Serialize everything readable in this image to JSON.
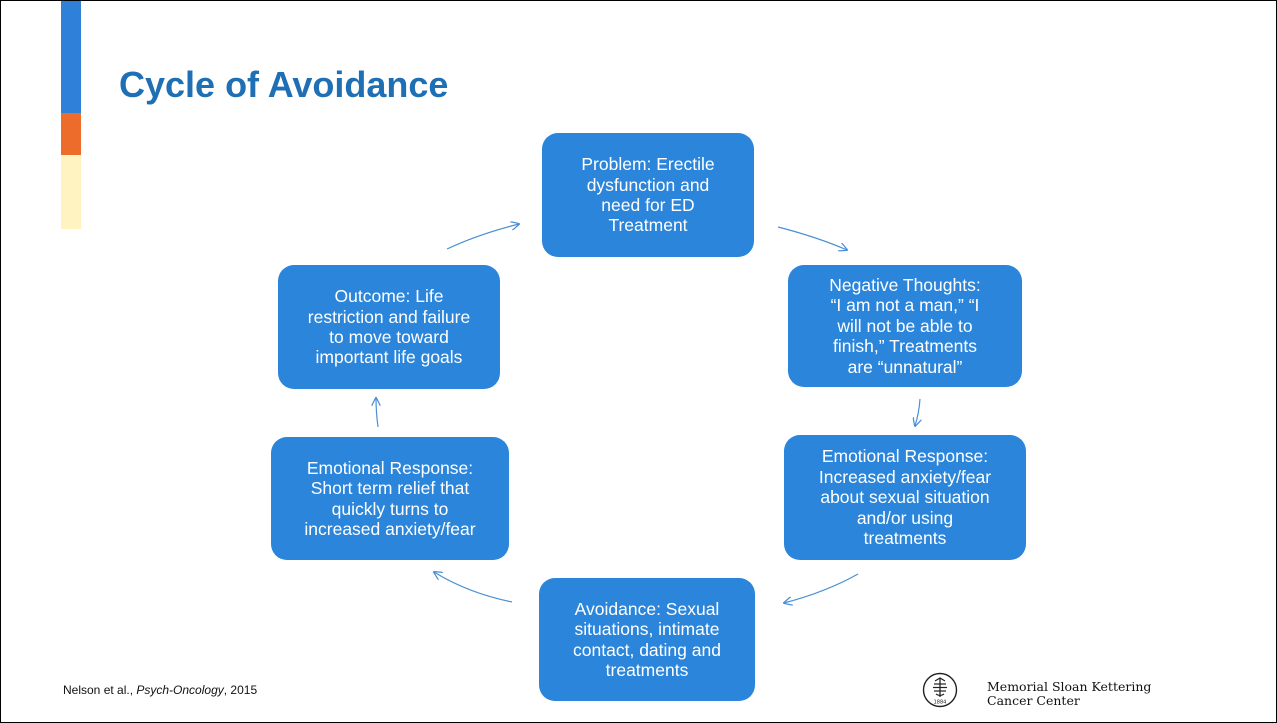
{
  "slide": {
    "title": "Cycle of Avoidance",
    "accent_colors": {
      "blue": "#2F80D8",
      "orange": "#ED6B2B",
      "cream": "#FFF3C2",
      "title": "#1F6FB5",
      "node_fill": "#2B85DB",
      "arrow": "#4A8FD6"
    }
  },
  "cycle": {
    "nodes": [
      {
        "id": "problem",
        "text": "Problem: Erectile\ndysfunction and\nneed for ED\nTreatment"
      },
      {
        "id": "negative-thoughts",
        "text": "Negative Thoughts:\n“I am not a man,” “I\nwill not be able to\nfinish,” Treatments\nare “unnatural”"
      },
      {
        "id": "emotional-response-right",
        "text": "Emotional Response:\nIncreased anxiety/fear\nabout sexual situation\nand/or using\ntreatments"
      },
      {
        "id": "avoidance",
        "text": "Avoidance: Sexual\nsituations, intimate\ncontact, dating and\ntreatments"
      },
      {
        "id": "emotional-response-left",
        "text": "Emotional Response:\nShort term relief that\nquickly turns to\nincreased anxiety/fear"
      },
      {
        "id": "outcome",
        "text": "Outcome:    Life\nrestriction and failure\nto move toward\nimportant life goals"
      }
    ],
    "edges": [
      {
        "from": "problem",
        "to": "negative-thoughts"
      },
      {
        "from": "negative-thoughts",
        "to": "emotional-response-right"
      },
      {
        "from": "emotional-response-right",
        "to": "avoidance"
      },
      {
        "from": "avoidance",
        "to": "emotional-response-left"
      },
      {
        "from": "emotional-response-left",
        "to": "outcome"
      },
      {
        "from": "outcome",
        "to": "problem"
      }
    ]
  },
  "citation": {
    "authors": "Nelson et al., ",
    "journal": "Psych-Oncology",
    "year": ", 2015"
  },
  "logo": {
    "icon": "msk-seal-icon",
    "seal_year": "1884",
    "line1": "Memorial Sloan Kettering",
    "line2": "Cancer Center"
  }
}
